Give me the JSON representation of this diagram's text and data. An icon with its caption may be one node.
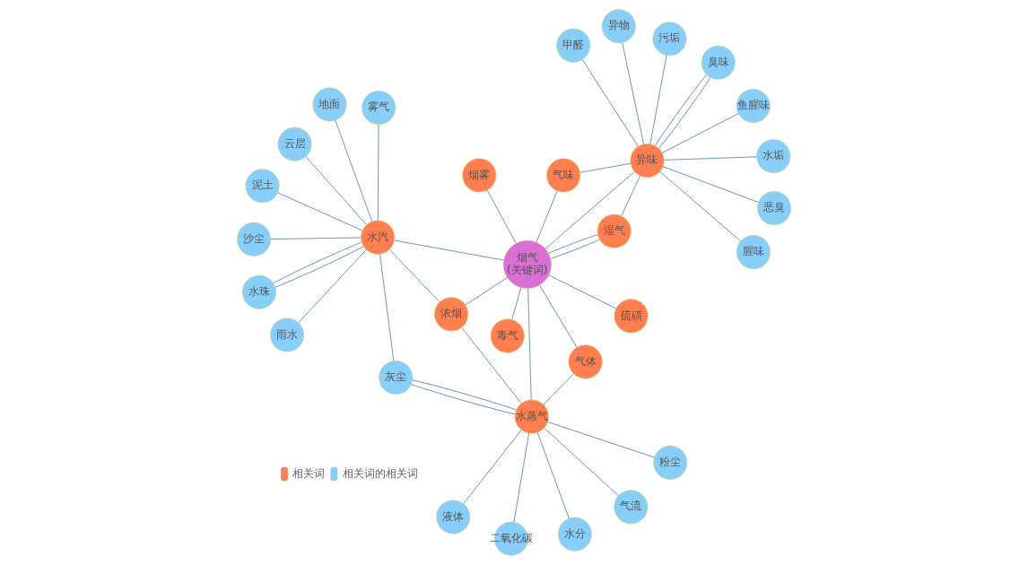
{
  "diagram": {
    "nodes": [
      {
        "text": [
          "烟气 (关键词)"
        ]
      },
      {
        "text": [
          "异味"
        ]
      },
      {
        "text": [
          "湿气"
        ]
      },
      {
        "text": [
          "气味"
        ]
      },
      {
        "text": [
          "浓烟"
        ]
      },
      {
        "text": [
          "水汽"
        ]
      },
      {
        "text": [
          "水蒸气"
        ]
      },
      {
        "text": [
          "气体"
        ]
      },
      {
        "text": [
          "烟雾"
        ]
      },
      {
        "text": [
          "硫磺"
        ]
      },
      {
        "text": [
          "毒气"
        ]
      },
      {
        "text": [
          "甲醛"
        ]
      },
      {
        "text": [
          "水垢"
        ]
      },
      {
        "text": [
          "鱼腥味"
        ]
      },
      {
        "text": [
          "臭味"
        ]
      },
      {
        "text": [
          "恶臭"
        ]
      },
      {
        "text": [
          "腥味"
        ]
      },
      {
        "text": [
          "污垢"
        ]
      },
      {
        "text": [
          "异物"
        ]
      },
      {
        "text": [
          "泥土"
        ]
      },
      {
        "text": [
          "沙尘"
        ]
      },
      {
        "text": [
          "水珠"
        ]
      },
      {
        "text": [
          "地面"
        ]
      },
      {
        "text": [
          "雾气"
        ]
      },
      {
        "text": [
          "云层"
        ]
      },
      {
        "text": [
          "雨水"
        ]
      },
      {
        "text": [
          "灰尘"
        ]
      },
      {
        "text": [
          "液体"
        ]
      },
      {
        "text": [
          "二氧化碳"
        ]
      },
      {
        "text": [
          "水分"
        ]
      },
      {
        "text": [
          "粉尘"
        ]
      },
      {
        "text": [
          "气流"
        ]
      }
    ],
    "edges": [
      {
        "from": 0,
        "to": 1,
        "arrow": "none"
      },
      {
        "from": 0,
        "to": 2,
        "arrow": "none"
      },
      {
        "from": 0,
        "to": 2,
        "arrow": "none"
      },
      {
        "from": 0,
        "to": 3,
        "arrow": "none"
      },
      {
        "from": 0,
        "to": 4,
        "arrow": "none"
      },
      {
        "from": 0,
        "to": 5,
        "arrow": "none"
      },
      {
        "from": 0,
        "to": 6,
        "arrow": "none"
      },
      {
        "from": 0,
        "to": 7,
        "arrow": "none"
      },
      {
        "from": 0,
        "to": 8,
        "arrow": "none"
      },
      {
        "from": 0,
        "to": 9,
        "arrow": "none"
      },
      {
        "from": 0,
        "to": 10,
        "arrow": "none"
      },
      {
        "from": 1,
        "to": 2,
        "arrow": "none"
      },
      {
        "from": 1,
        "to": 3,
        "arrow": "none"
      },
      {
        "from": 4,
        "to": 5,
        "arrow": "none"
      },
      {
        "from": 4,
        "to": 6,
        "arrow": "none"
      },
      {
        "from": 7,
        "to": 6,
        "arrow": "none"
      },
      {
        "from": 1,
        "to": 11,
        "arrow": "none"
      },
      {
        "from": 1,
        "to": 12,
        "arrow": "none"
      },
      {
        "from": 1,
        "to": 13,
        "arrow": "none"
      },
      {
        "from": 1,
        "to": 14,
        "arrow": "none"
      },
      {
        "from": 1,
        "to": 14,
        "arrow": "none"
      },
      {
        "from": 1,
        "to": 15,
        "arrow": "none"
      },
      {
        "from": 1,
        "to": 16,
        "arrow": "none"
      },
      {
        "from": 1,
        "to": 17,
        "arrow": "none"
      },
      {
        "from": 1,
        "to": 18,
        "arrow": "none"
      },
      {
        "from": 5,
        "to": 19,
        "arrow": "none"
      },
      {
        "from": 5,
        "to": 20,
        "arrow": "none"
      },
      {
        "from": 5,
        "to": 21,
        "arrow": "none"
      },
      {
        "from": 5,
        "to": 21,
        "arrow": "none"
      },
      {
        "from": 5,
        "to": 22,
        "arrow": "none"
      },
      {
        "from": 5,
        "to": 23,
        "arrow": "none"
      },
      {
        "from": 5,
        "to": 24,
        "arrow": "none"
      },
      {
        "from": 5,
        "to": 25,
        "arrow": "none"
      },
      {
        "from": 5,
        "to": 26,
        "arrow": "none"
      },
      {
        "from": 6,
        "to": 26,
        "arrow": "none"
      },
      {
        "from": 6,
        "to": 26,
        "arrow": "none"
      },
      {
        "from": 6,
        "to": 27,
        "arrow": "none"
      },
      {
        "from": 6,
        "to": 28,
        "arrow": "none"
      },
      {
        "from": 6,
        "to": 29,
        "arrow": "none"
      },
      {
        "from": 6,
        "to": 30,
        "arrow": "none"
      },
      {
        "from": 6,
        "to": 31,
        "arrow": "none"
      }
    ],
    "legend": [
      {
        "text": "相关词",
        "color": "#ff7f50"
      },
      {
        "text": "相关词的相关词",
        "color": "#87cefa"
      }
    ]
  }
}
